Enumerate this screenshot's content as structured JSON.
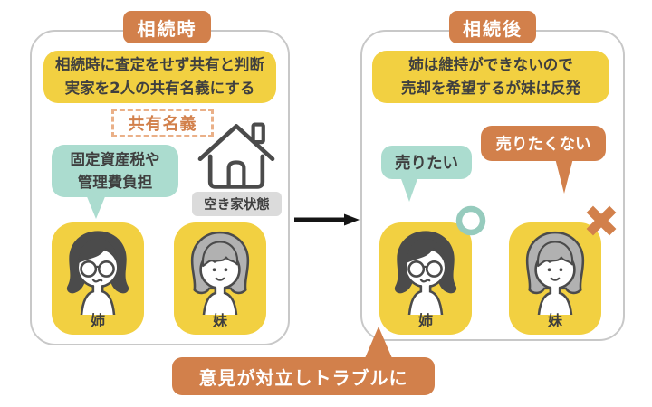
{
  "palette": {
    "orange": "#d2804b",
    "orange_dashed": "#eab088",
    "yellow": "#f2d041",
    "teal": "#abdccf",
    "teal_ring": "#96cbbd",
    "gray_label": "#dbdbdb",
    "ink": "#3f3f3f",
    "hair_dark": "#4b4b4b",
    "hair_gray": "#b1b1b1",
    "panel_border": "#c8c8c8",
    "arrow": "#151515"
  },
  "left_panel": {
    "badge": "相続時",
    "summary": {
      "line1": "相続時に査定をせず共有と判断",
      "line2": "実家を2人の共有名義にする"
    },
    "deed_label": "共有名義",
    "cost_bubble": {
      "line1": "固定資産税や",
      "line2": "管理費負担"
    },
    "house_status": "空き家状態",
    "persons": [
      {
        "label": "姉"
      },
      {
        "label": "妹"
      }
    ]
  },
  "right_panel": {
    "badge": "相続後",
    "summary": {
      "line1": "姉は維持ができないので",
      "line2": "売却を希望するが妹は反発"
    },
    "bubbles": {
      "elder": "売りたい",
      "younger": "売りたくない"
    },
    "persons": [
      {
        "label": "姉",
        "mark": "approve-circle"
      },
      {
        "label": "妹",
        "mark": "reject-cross"
      }
    ]
  },
  "conclusion": "意見が対立しトラブルに"
}
